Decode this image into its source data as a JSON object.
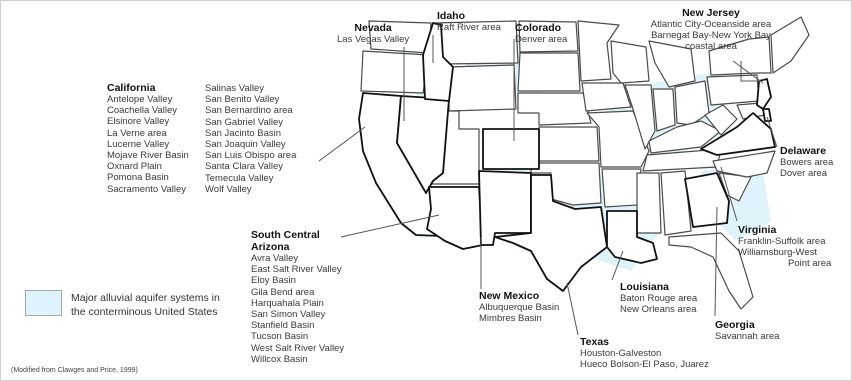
{
  "legend": {
    "line1": "Major alluvial aquifer systems in",
    "line2": "the conterminous United States",
    "fill_color": "#dff3fa"
  },
  "source_note": "(Modified from Clawges and Price, 1999)",
  "states": {
    "nevada": {
      "name": "Nevada",
      "areas": [
        "Las Vegas Valley"
      ]
    },
    "idaho": {
      "name": "Idaho",
      "areas": [
        "Raft River area"
      ]
    },
    "colorado": {
      "name": "Colorado",
      "areas": [
        "Denver area"
      ]
    },
    "new_jersey": {
      "name": "New Jersey",
      "areas": [
        "Atlantic City-Oceanside area",
        "Barnegat Bay-New York Bay",
        "coastal area"
      ]
    },
    "california": {
      "name": "California",
      "areas_col1": [
        "Antelope Valley",
        "Coachella Valley",
        "Elsinore Valley",
        "La Verne area",
        "Lucerne Valley",
        "Mojave River Basin",
        "Oxnard Plain",
        "Pomona Basin",
        "Sacramento Valley"
      ],
      "areas_col2": [
        "Salinas Valley",
        "San Benito Valley",
        "San Bernardino area",
        "San Gabriel Valley",
        "San Jacinto Basin",
        "San Joaquin Valley",
        "San Luis Obispo area",
        "Santa Clara Valley",
        "Temecula Valley",
        "Wolf Valley"
      ]
    },
    "delaware": {
      "name": "Delaware",
      "areas": [
        "Bowers area",
        "Dover area"
      ]
    },
    "south_central_arizona": {
      "name_line1": "South Central",
      "name_line2": "Arizona",
      "areas": [
        "Avra Valley",
        "East Salt River Valley",
        "Eloy Basin",
        "Gila Bend area",
        "Harquahala Plain",
        "San Simon Valley",
        "Stanfield Basin",
        "Tucson Basin",
        "West Salt River Valley",
        "Willcox Basin"
      ]
    },
    "virginia": {
      "name": "Virginia",
      "areas": [
        "Franklin-Suffolk area",
        "Williamsburg-West",
        "Point area"
      ]
    },
    "new_mexico": {
      "name": "New Mexico",
      "areas": [
        "Albuquerque Basin",
        "Mimbres Basin"
      ]
    },
    "louisiana": {
      "name": "Louisiana",
      "areas": [
        "Baton Rouge area",
        "New Orleans area"
      ]
    },
    "georgia": {
      "name": "Georgia",
      "areas": [
        "Savannah area"
      ]
    },
    "texas": {
      "name": "Texas",
      "areas": [
        "Houston-Galveston",
        "Hueco Bolson-El Paso, Juarez"
      ]
    }
  }
}
